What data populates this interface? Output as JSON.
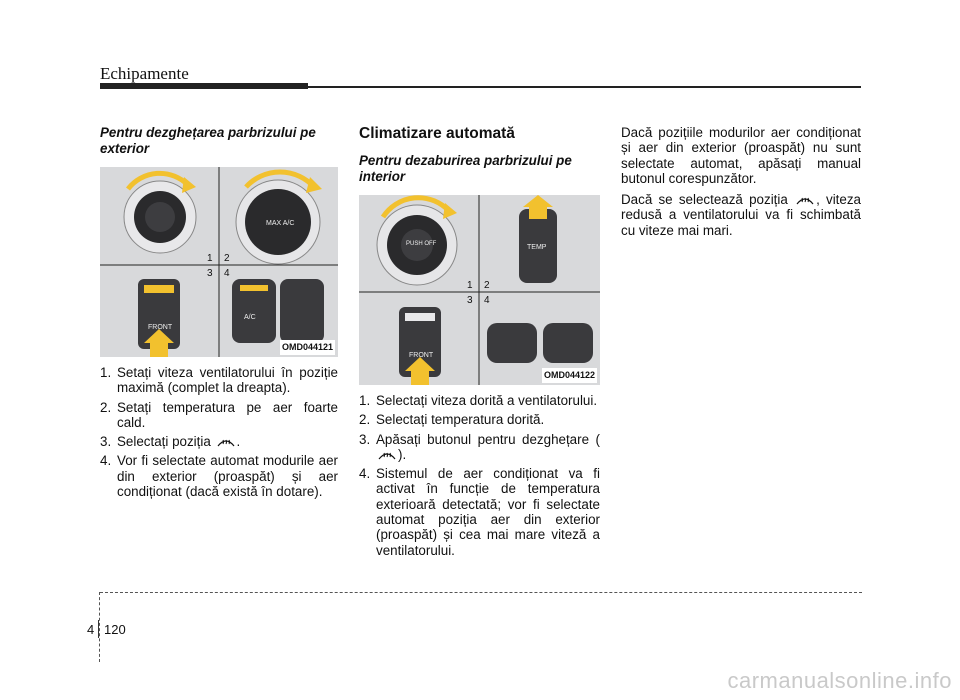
{
  "header": {
    "title": "Echipamente"
  },
  "column1": {
    "subheading": "Pentru dezghețarea parbrizului pe exterior",
    "figure": {
      "label": "OMD044121",
      "panel_numbers": [
        "1",
        "2",
        "3",
        "4"
      ],
      "knob_text": "MAX A/C",
      "button_front": "FRONT",
      "button_ac": "A/C"
    },
    "steps": [
      {
        "num": "1.",
        "text": "Setați viteza ventilatorului în poziție maximă (complet la dreapta)."
      },
      {
        "num": "2.",
        "text": "Setați temperatura pe aer foarte cald."
      },
      {
        "num": "3.",
        "text_before": "Selectați poziția",
        "text_after": "."
      },
      {
        "num": "4.",
        "text": "Vor fi selectate automat modurile aer din exterior (proaspăt) și aer condiționat (dacă există în dotare)."
      }
    ]
  },
  "column2": {
    "title": "Climatizare automată",
    "subheading": "Pentru dezaburirea parbrizului pe interior",
    "figure": {
      "label": "OMD044122",
      "panel_numbers": [
        "1",
        "2",
        "3",
        "4"
      ],
      "knob_text": "PUSH OFF",
      "temp_text": "TEMP",
      "button_front": "FRONT"
    },
    "steps": [
      {
        "num": "1.",
        "text": "Selectați viteza dorită a ventilatorului."
      },
      {
        "num": "2.",
        "text": "Selectați temperatura dorită."
      },
      {
        "num": "3.",
        "text_before": "Apăsați butonul pentru dezghețare (",
        "text_after": ")."
      },
      {
        "num": "4.",
        "text": "Sistemul de aer condiționat va fi activat în funcție de temperatura exterioară detectată; vor fi selectate automat poziția aer din exterior (proaspăt) și cea mai mare viteză a ventilatorului."
      }
    ]
  },
  "column3": {
    "para1": "Dacă pozițiile modurilor aer condiționat și aer din exterior (proaspăt) nu sunt selectate automat, apăsați manual butonul corespunzător.",
    "para2_before": "Dacă se selectează poziția",
    "para2_after": ", viteza redusă a ventilatorului va fi schimbată cu viteze mai mari."
  },
  "footer": {
    "chapter": "4",
    "page": "120"
  },
  "watermark": "carmanualsonline.info",
  "colors": {
    "arrow": "#f2c12e",
    "panel_bg": "#d3d4d6",
    "knob": "#2a2a2c"
  }
}
